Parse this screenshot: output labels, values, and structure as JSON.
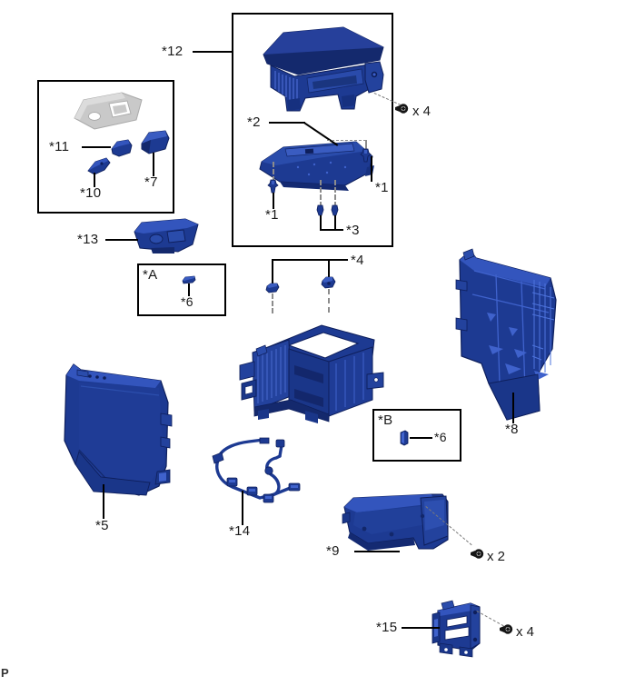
{
  "diagram": {
    "title": "Center Console Box Components Exploded View",
    "corner_code": "P",
    "colors": {
      "part_blue_dark": "#16307f",
      "part_blue_mid": "#1d3fa3",
      "part_blue_light": "#3558c4",
      "part_blue_hi": "#4e74dd",
      "part_gray": "#c9c9c9",
      "outline": "#000000",
      "dashed": "#8c8c8c",
      "text": "#1a1a1a"
    }
  },
  "boxes": [
    {
      "id": "box-12",
      "label": "*12"
    },
    {
      "id": "box-knobs",
      "label": ""
    },
    {
      "id": "box-a",
      "label": "*A"
    },
    {
      "id": "box-b",
      "label": "*B"
    }
  ],
  "callouts": {
    "c1_left": "*1",
    "c1_right": "*1",
    "c2": "*2",
    "c3": "*3",
    "c4": "*4",
    "c5": "*5",
    "c6_a": "*6",
    "c6_b": "*6",
    "c7": "*7",
    "c8": "*8",
    "c9": "*9",
    "c10": "*10",
    "c11": "*11",
    "c12": "*12",
    "c13": "*13",
    "c14": "*14",
    "c15": "*15",
    "box_a": "*A",
    "box_b": "*B"
  },
  "quantities": {
    "lid_screws": "x 4",
    "duct_screws": "x 2",
    "bracket_screws": "x 4"
  },
  "parts": [
    {
      "ref": "*1",
      "name": "clip-retainer",
      "qty": 3
    },
    {
      "ref": "*2",
      "name": "console-upper-panel",
      "qty": 1
    },
    {
      "ref": "*3",
      "name": "clip-small",
      "qty": 2
    },
    {
      "ref": "*4",
      "name": "console-upper-clip",
      "qty": 2
    },
    {
      "ref": "*5",
      "name": "console-side-panel-left",
      "qty": 1
    },
    {
      "ref": "*6",
      "name": "clip-tab",
      "qty": 1
    },
    {
      "ref": "*7",
      "name": "switch-knob-large",
      "qty": 1
    },
    {
      "ref": "*8",
      "name": "console-side-panel-right",
      "qty": 1
    },
    {
      "ref": "*9",
      "name": "rear-console-duct",
      "qty": 1
    },
    {
      "ref": "*10",
      "name": "switch-knob-small-b",
      "qty": 1
    },
    {
      "ref": "*11",
      "name": "switch-knob-small-a",
      "qty": 1
    },
    {
      "ref": "*12",
      "name": "console-armrest-lid",
      "qty": 1
    },
    {
      "ref": "*13",
      "name": "cup-holder-trim",
      "qty": 1
    },
    {
      "ref": "*14",
      "name": "wire-harness",
      "qty": 1
    },
    {
      "ref": "*15",
      "name": "console-mounting-bracket",
      "qty": 1
    }
  ]
}
